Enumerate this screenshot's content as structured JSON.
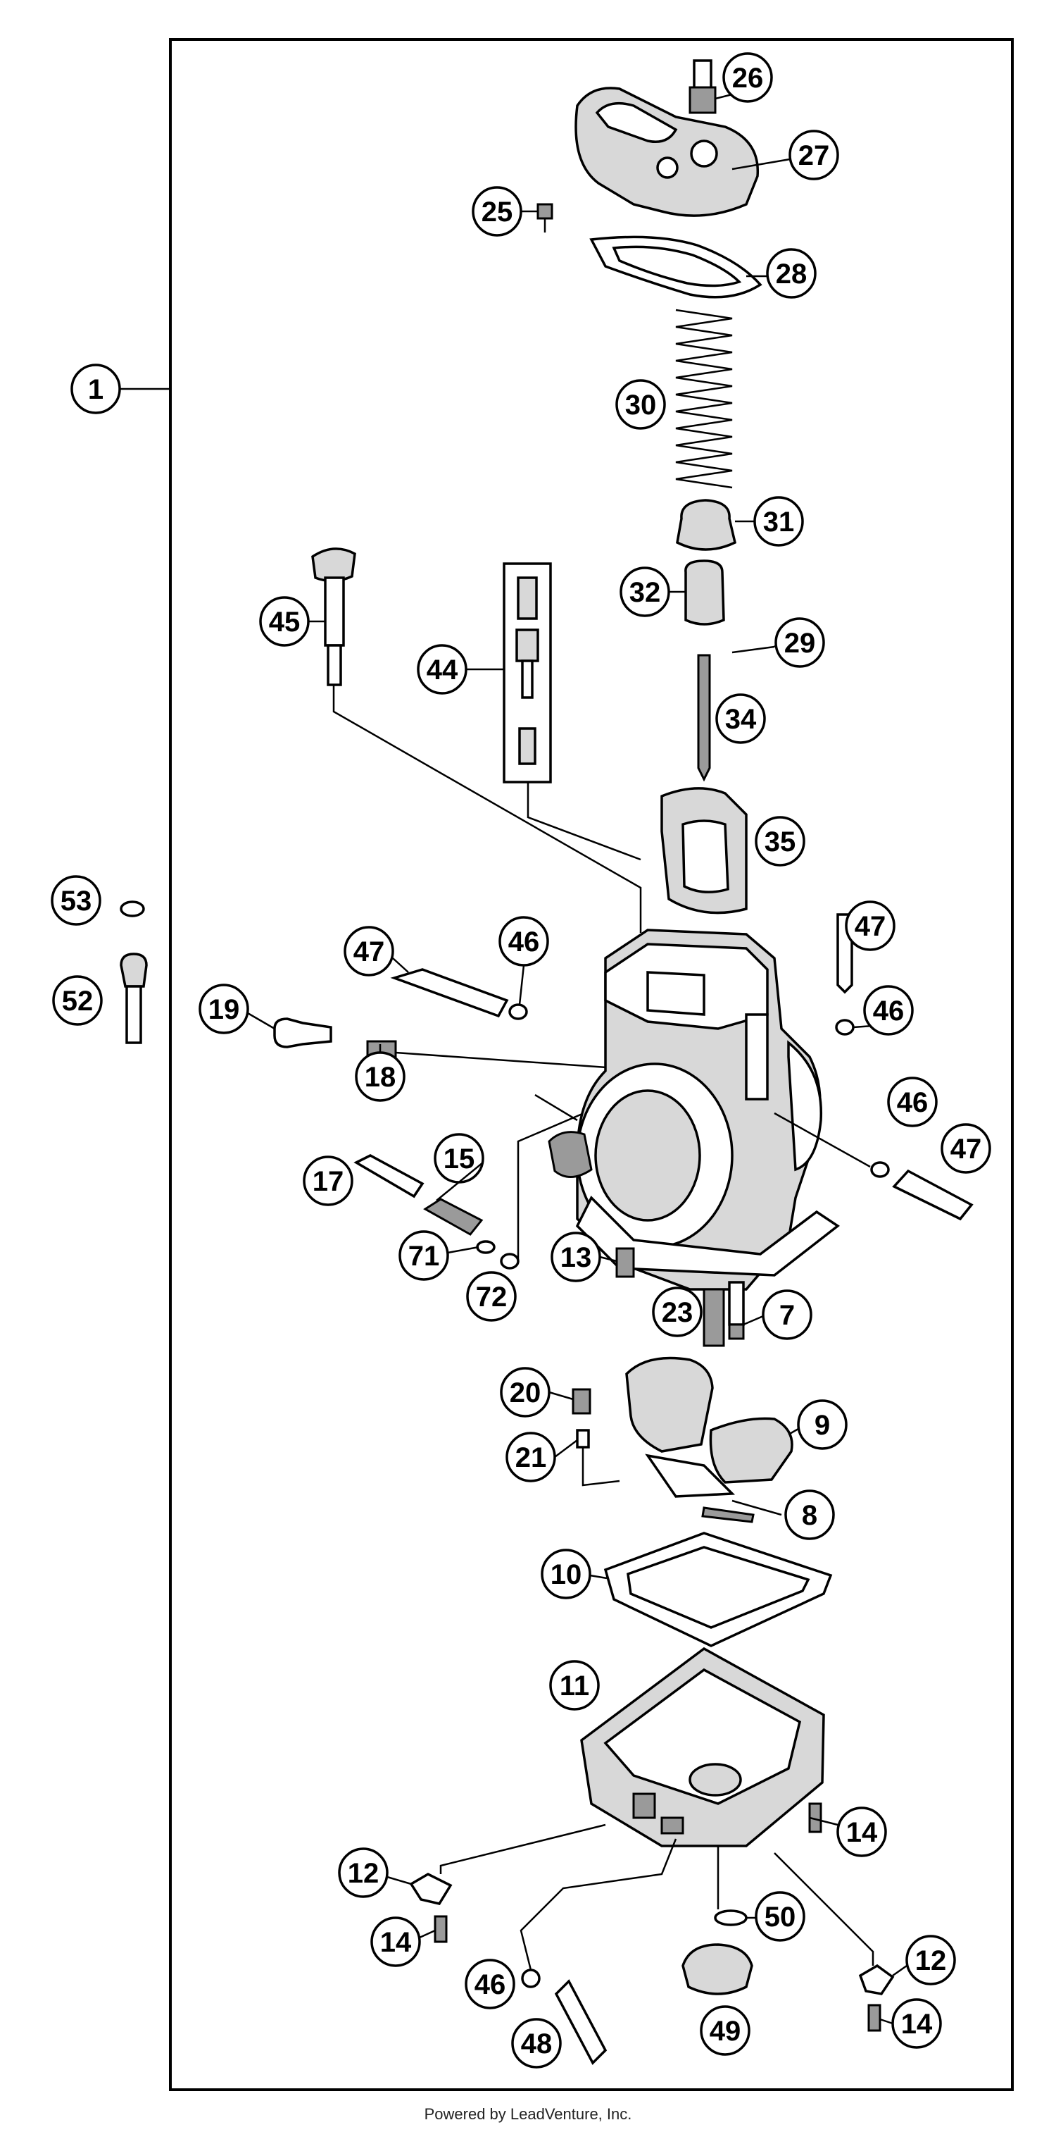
{
  "diagram": {
    "callouts": [
      {
        "id": "c1",
        "label": "1"
      },
      {
        "id": "c26",
        "label": "26"
      },
      {
        "id": "c27",
        "label": "27"
      },
      {
        "id": "c25",
        "label": "25"
      },
      {
        "id": "c28",
        "label": "28"
      },
      {
        "id": "c30",
        "label": "30"
      },
      {
        "id": "c31",
        "label": "31"
      },
      {
        "id": "c32",
        "label": "32"
      },
      {
        "id": "c29",
        "label": "29"
      },
      {
        "id": "c45",
        "label": "45"
      },
      {
        "id": "c44",
        "label": "44"
      },
      {
        "id": "c34",
        "label": "34"
      },
      {
        "id": "c35",
        "label": "35"
      },
      {
        "id": "c53",
        "label": "53"
      },
      {
        "id": "c47a",
        "label": "47"
      },
      {
        "id": "c46a",
        "label": "46"
      },
      {
        "id": "c47b",
        "label": "47"
      },
      {
        "id": "c52",
        "label": "52"
      },
      {
        "id": "c19",
        "label": "19"
      },
      {
        "id": "c46b",
        "label": "46"
      },
      {
        "id": "c18",
        "label": "18"
      },
      {
        "id": "c46c",
        "label": "46"
      },
      {
        "id": "c47c",
        "label": "47"
      },
      {
        "id": "c17",
        "label": "17"
      },
      {
        "id": "c15",
        "label": "15"
      },
      {
        "id": "c71",
        "label": "71"
      },
      {
        "id": "c72",
        "label": "72"
      },
      {
        "id": "c13",
        "label": "13"
      },
      {
        "id": "c23",
        "label": "23"
      },
      {
        "id": "c7",
        "label": "7"
      },
      {
        "id": "c20",
        "label": "20"
      },
      {
        "id": "c9",
        "label": "9"
      },
      {
        "id": "c21",
        "label": "21"
      },
      {
        "id": "c8",
        "label": "8"
      },
      {
        "id": "c10",
        "label": "10"
      },
      {
        "id": "c11",
        "label": "11"
      },
      {
        "id": "c14a",
        "label": "14"
      },
      {
        "id": "c12a",
        "label": "12"
      },
      {
        "id": "c14b",
        "label": "14"
      },
      {
        "id": "c50",
        "label": "50"
      },
      {
        "id": "c46d",
        "label": "46"
      },
      {
        "id": "c12b",
        "label": "12"
      },
      {
        "id": "c49",
        "label": "49"
      },
      {
        "id": "c48",
        "label": "48"
      },
      {
        "id": "c14c",
        "label": "14"
      }
    ]
  },
  "footer": {
    "text": "Powered by LeadVenture, Inc."
  }
}
